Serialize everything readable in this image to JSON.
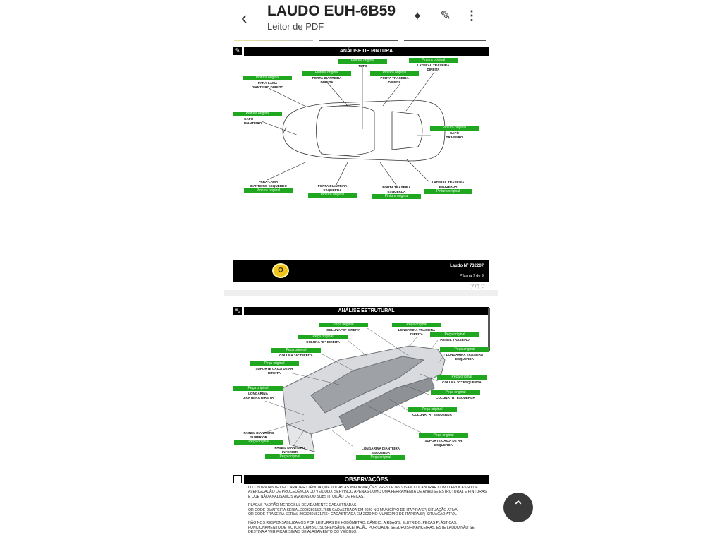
{
  "header": {
    "back_icon": "chevron-left-icon",
    "title": "LAUDO EUH-6B59",
    "subtitle": "Leitor de PDF",
    "icons": [
      "sparkle-icon",
      "edit-icon",
      "more-vert-icon"
    ]
  },
  "colors": {
    "tag_green": "#1fa81f",
    "header_black": "#000000",
    "logo_yellow": "#f0c419"
  },
  "page1": {
    "section_title": "ANÁLISE DE PINTURA",
    "status": "Pintura original",
    "labels": [
      {
        "name": "PARA-LAMA",
        "name2": "DIANTEIRO DIREITO"
      },
      {
        "name": "PORTA DIANTEIRA",
        "name2": "DIREITA"
      },
      {
        "name": "TETO"
      },
      {
        "name": "PORTA TRASEIRA",
        "name2": "DIREITA"
      },
      {
        "name": "LATERAL TRASEIRA",
        "name2": "DIREITA"
      },
      {
        "name": "CAPÔ",
        "name2": "DIANTEIRO"
      },
      {
        "name": "CAPÔ",
        "name2": "TRASEIRO"
      },
      {
        "name": "PARA-LAMA",
        "name2": "DIANTEIRO ESQUERDO"
      },
      {
        "name": "PORTA DIANTEIRA",
        "name2": "ESQUERDA"
      },
      {
        "name": "PORTA TRASEIRA",
        "name2": "ESQUERDA"
      },
      {
        "name": "LATERAL TRASEIRA",
        "name2": "ESQUERDA"
      }
    ],
    "footer": {
      "laudo": "Laudo Nº 732207",
      "pagina": "Página 7 de 9"
    }
  },
  "viewer": {
    "page_indicator": "7/12"
  },
  "page2": {
    "section_title": "ANÁLISE ESTRUTURAL",
    "status": "Peça original",
    "labels": [
      {
        "name": "COLUNA \"C\" DIREITA"
      },
      {
        "name": "COLUNA \"B\" DIREITA"
      },
      {
        "name": "COLUNA \"A\" DIREITA"
      },
      {
        "name": "SUPORTE CAIXA DE AR",
        "name2": "DIREITA"
      },
      {
        "name": "LONGARINA",
        "name2": "DIANTEIRA DIREITA"
      },
      {
        "name": "PAINEL DIANTEIRO",
        "name2": "SUPERIOR"
      },
      {
        "name": "PAINEL DIANTEIRO",
        "name2": "INFERIOR"
      },
      {
        "name": "LONGARINA DIANTEIRA",
        "name2": "ESQUERDA"
      },
      {
        "name": "SUPORTE CAIXA DE AR",
        "name2": "ESQUERDA"
      },
      {
        "name": "COLUNA \"A\" ESQUERDA"
      },
      {
        "name": "COLUNA \"B\" ESQUERDA"
      },
      {
        "name": "COLUNA \"C\" ESQUERDA"
      },
      {
        "name": "LONGARINA TRASEIRA",
        "name2": "ESQUERDA"
      },
      {
        "name": "PAINEL TRASEIRO"
      },
      {
        "name": "LONGARINA TRASEIRA",
        "name2": "DIREITA"
      }
    ],
    "obs_title": "OBSERVAÇÕES",
    "obs": [
      "O CONTRATANTE DECLARA TER CIÊNCIA QUE TODAS AS INFORMAÇÕES PRESTADAS VISAM COLABORAR COM O PROCESSO DE AVERIGUAÇÃO DE PROCEDÊNCIA DO VEÍCULO, SERVINDO APENAS COMO UMA FERRAMENTA DE ANÁLISE ESTRUTURAL E PINTURAS E QUE NÃO ANALISAMOS AVARIAS OU SUBSTITUIÇÃO DE PEÇAS.",
      "PLACAS PADRÃO MERCOSUL DEVIDAMENTE CADASTRADAS",
      "QR CODE DIANTEIRA SERIAL 200328015217665 CADASTRADA EM 2020 NO MUNICÍPIO DE ITAPIRA/SP, SITUAÇÃO ATIVA.",
      "QR CODE TRASEIRA SERIAL 200328015217664 CADASTRADA EM 2020 NO MUNICÍPIO DE ITAPIRA/SP, SITUAÇÃO ATIVA.",
      "NÃO NOS RESPONSABILIZAMOS POR LEITURAS DE HODÔMETRO, CÂMBIO, AIRBAG'S, ELETRIDO, PEÇAS PLÁSTICAS, FUNCIONAMENTO DE MOTOR, CÂMBIO, SUSPENSÃO E ACEITAÇÃO POR CIA DE SEGUROS/FINANCEIRAS. ESTE LAUDO NÃO SE DESTINA A VERIFICAR SINAIS DE ALAGAMENTO DO VEÍCULO."
    ]
  }
}
